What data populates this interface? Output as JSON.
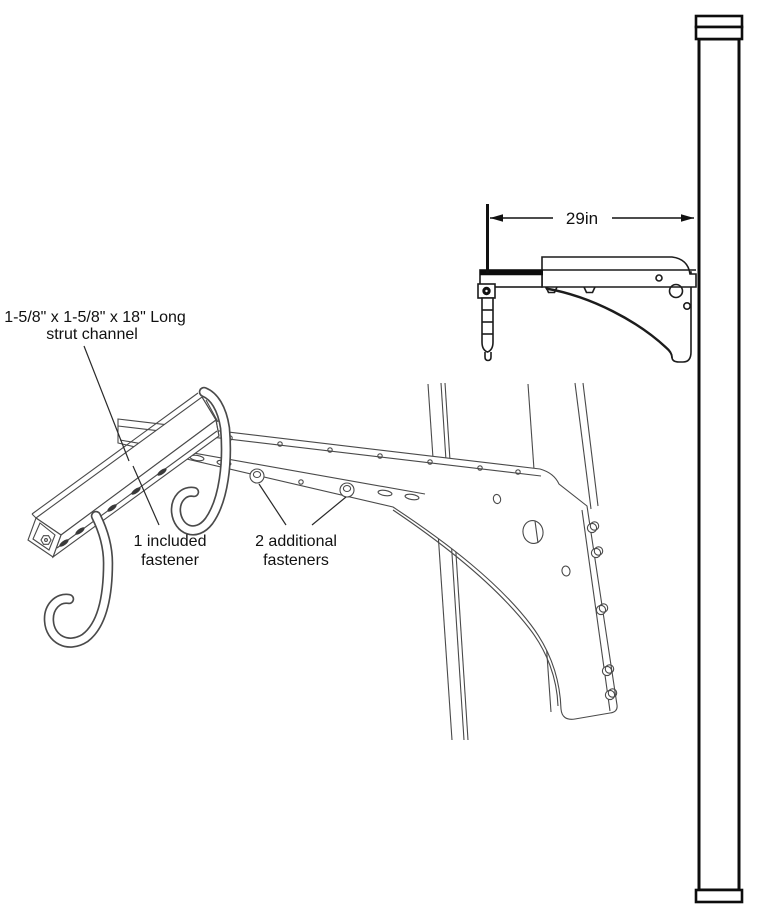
{
  "figure": {
    "type": "technical-installation-diagram",
    "background_color": "#ffffff",
    "line_color": "#2b2b2b",
    "callouts": {
      "strut_channel": {
        "line1": "1-5/8\" x 1-5/8\" x 18\" Long",
        "line2": "strut channel"
      },
      "included_fastener": {
        "line1": "1 included",
        "line2": "fastener"
      },
      "additional_fasteners": {
        "line1": "2 additional",
        "line2": "fasteners"
      }
    },
    "dimension": {
      "label": "29in"
    }
  }
}
